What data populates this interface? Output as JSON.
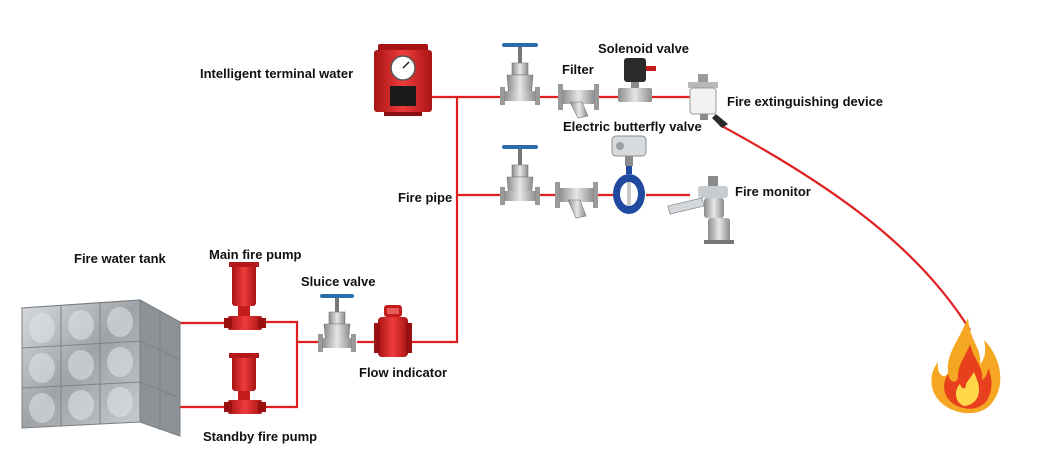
{
  "labels": {
    "intelligent_terminal_water": "Intelligent terminal water",
    "filter": "Filter",
    "solenoid_valve": "Solenoid valve",
    "fire_extinguishing_device": "Fire extinguishing device",
    "electric_butterfly_valve": "Electric butterfly valve",
    "fire_pipe": "Fire pipe",
    "fire_monitor": "Fire monitor",
    "fire_water_tank": "Fire water tank",
    "main_fire_pump": "Main fire pump",
    "sluice_valve": "Sluice valve",
    "flow_indicator": "Flow indicator",
    "standby_fire_pump": "Standby fire pump"
  },
  "colors": {
    "pipe": "#e02020",
    "pump": "#d42222",
    "valve_handle": "#2a6ea8",
    "valve_body": "#b8b8b8",
    "butterfly_body": "#1f4aa0",
    "tank_steel": "#a8acb0",
    "flame_outer": "#f5a623",
    "flame_inner": "#e8401c"
  },
  "icons": {
    "intelligent_terminal_water": "pressure-gauge-box-icon",
    "gate_valve": "gate-valve-icon",
    "filter": "y-strainer-icon",
    "solenoid_valve": "solenoid-valve-icon",
    "fire_extinguishing_device": "sprinkler-device-icon",
    "electric_butterfly_valve": "butterfly-valve-icon",
    "fire_monitor": "fire-monitor-icon",
    "fire_water_tank": "water-tank-icon",
    "fire_pump": "vertical-pump-icon",
    "flow_indicator": "flow-indicator-icon",
    "fire": "flame-icon"
  }
}
